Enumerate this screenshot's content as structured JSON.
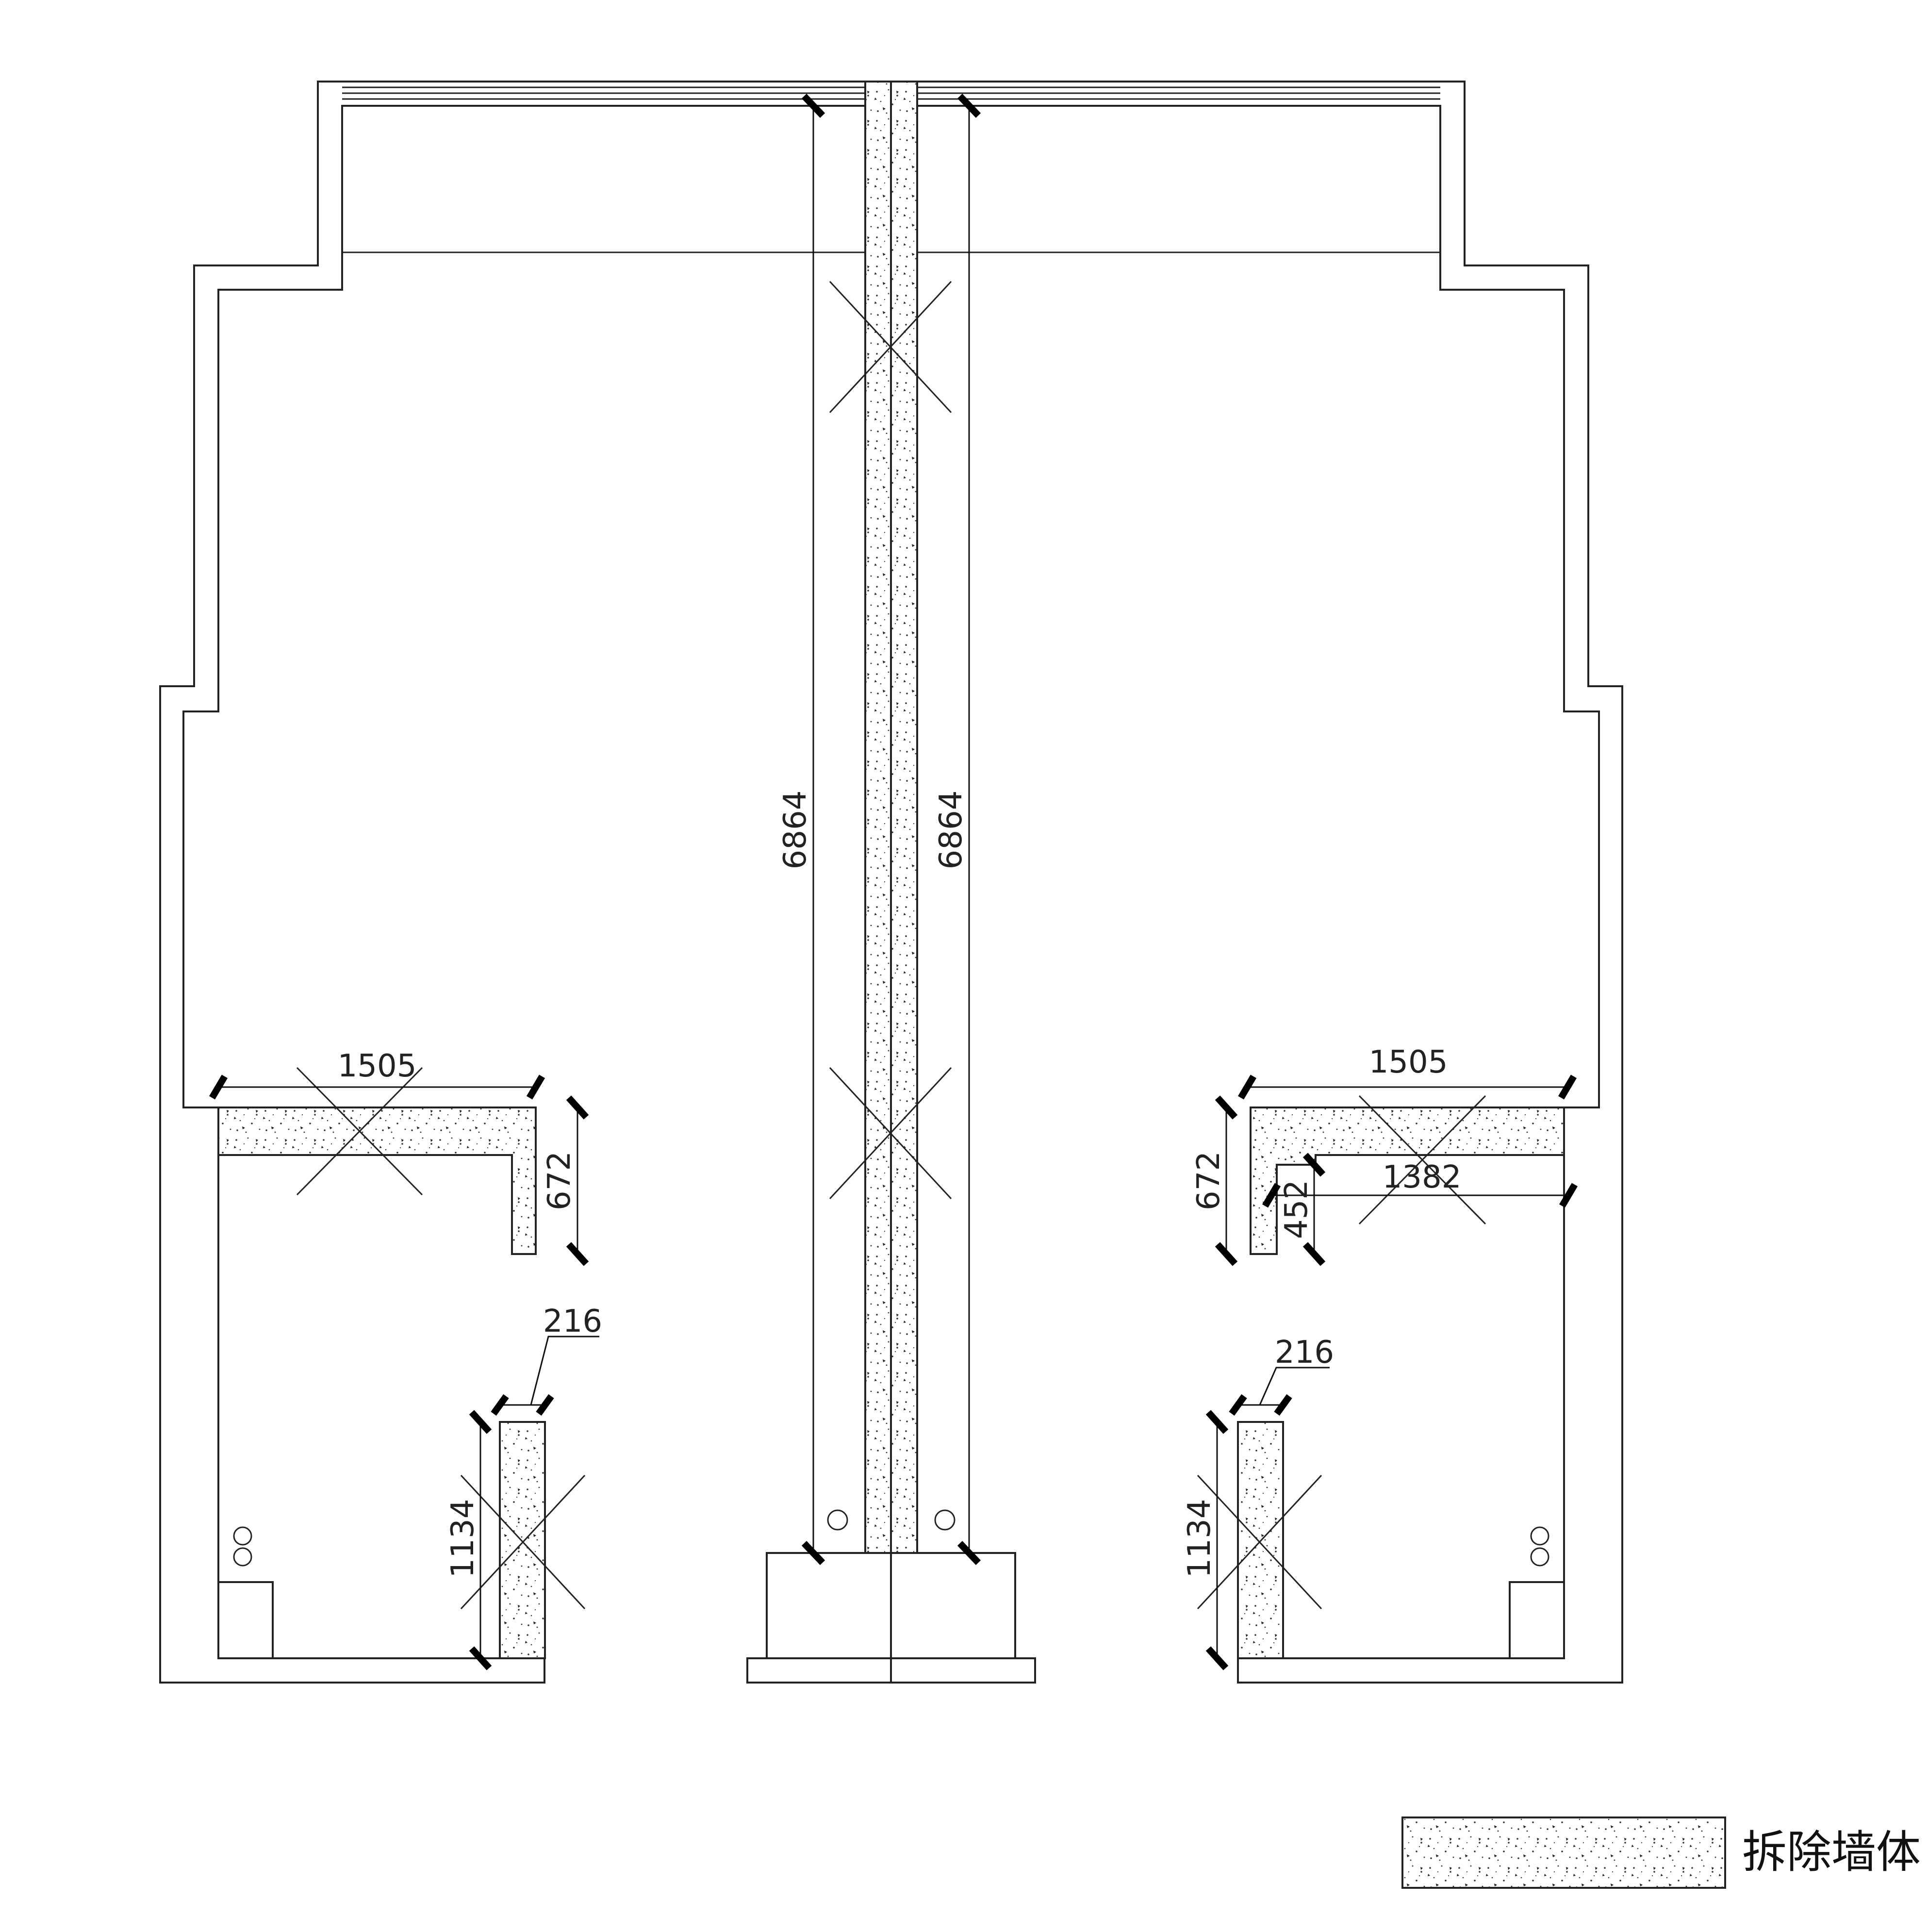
{
  "plan": {
    "dimensions": {
      "left_partition_len": "6864",
      "right_partition_len": "6864",
      "left_top_wall_len": "1505",
      "left_top_wall_depth": "672",
      "left_short_wall_thk": "216",
      "left_short_wall_len": "1134",
      "right_top_wall_len": "1505",
      "right_top_wall_depth": "672",
      "right_inner_len": "1382",
      "right_inner_depth": "452",
      "right_short_wall_thk": "216",
      "right_short_wall_len": "1134"
    }
  },
  "legend": {
    "label": "拆除墙体"
  }
}
